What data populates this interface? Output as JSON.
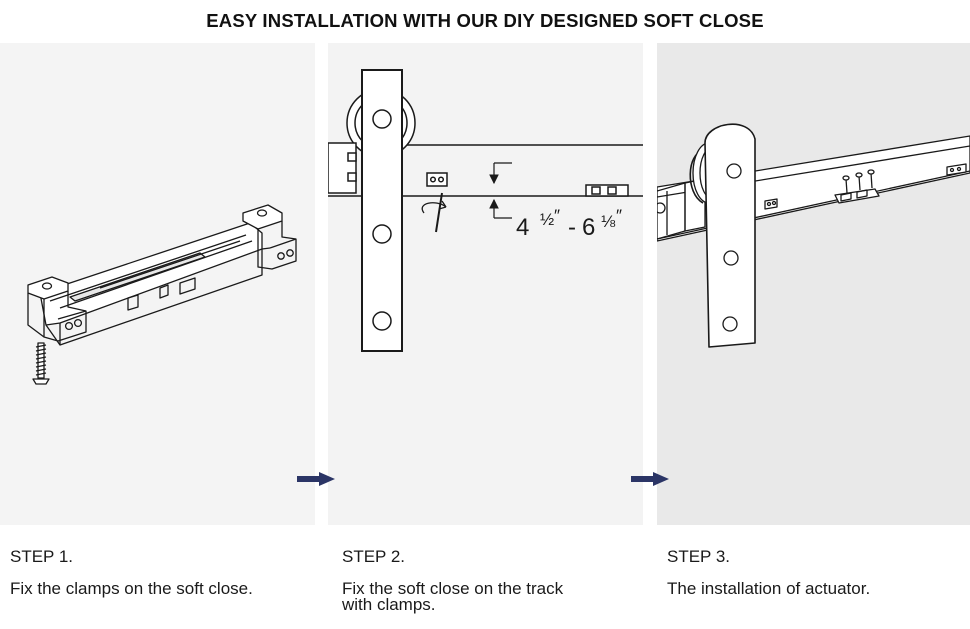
{
  "title": "EASY INSTALLATION WITH OUR DIY DESIGNED SOFT CLOSE",
  "colors": {
    "arrow": "#2b3566",
    "line": "#1a1a1a",
    "panel_bg": "#f4f4f4",
    "panel3_bg": "#e9e9e9"
  },
  "steps": [
    {
      "heading": "STEP 1.",
      "description": "Fix the clamps on the soft close."
    },
    {
      "heading": "STEP 2.",
      "description": "Fix the soft close on the track\nwith clamps."
    },
    {
      "heading": "STEP 3.",
      "description": "The installation of actuator."
    }
  ],
  "dimension": {
    "from_whole": "4",
    "from_fraction": "½",
    "separator": "-",
    "to_whole": "6",
    "to_fraction": "⅛",
    "unit": "″"
  },
  "icons": {
    "arrow1": "right-arrow-icon",
    "arrow2": "right-arrow-icon"
  }
}
